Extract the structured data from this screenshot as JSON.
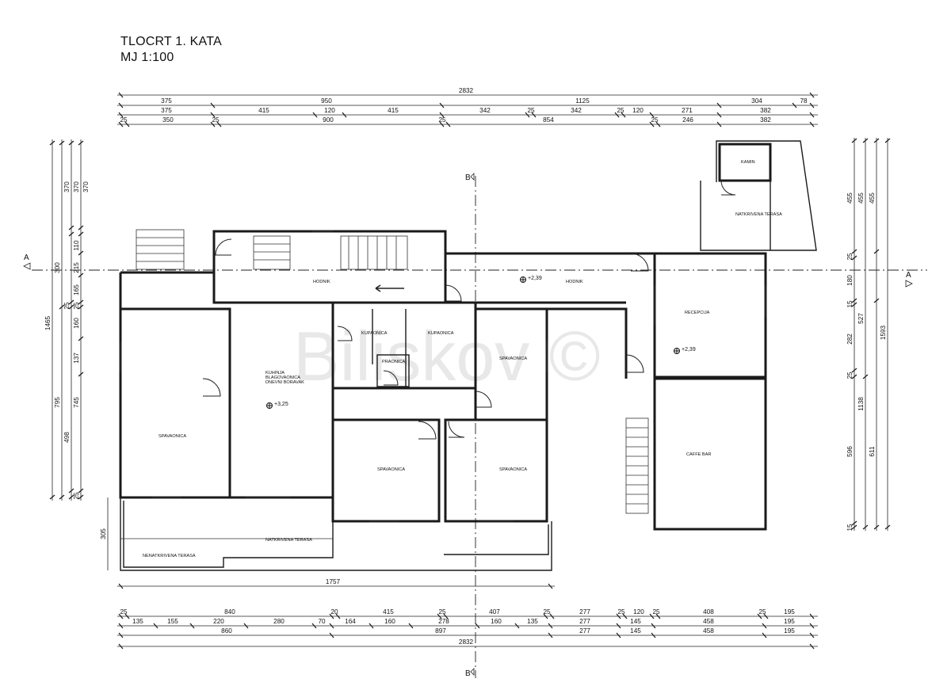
{
  "title": {
    "line1": "TLOCRT 1. KATA",
    "line2": "MJ 1:100"
  },
  "watermark": "Biliskov ©",
  "section_marks": {
    "a_left": "A",
    "a_right": "A",
    "b_top": "B",
    "b_bottom": "B"
  },
  "rooms": {
    "kamin": "KAMIN",
    "natkrivena_terasa_ne": "NATKRIVENA TERASA",
    "hodnik_west": "HODNIK",
    "hodnik_east": "HODNIK",
    "recepcija": "RECEPCIJA",
    "kupaonica_1": "KUPAONICA",
    "kupaonica_2": "KUPAONICA",
    "pracnica": "PRAONICA",
    "kuhinja_1": "KUHINJA",
    "kuhinja_2": "BLAGOVAONICA",
    "kuhinja_3": "DNEVNI BORAVAK",
    "spavaonica_ne": "SPAVAONICA",
    "spavaonica_w": "SPAVAONICA",
    "spavaonica_c": "SPAVAONICA",
    "spavaonica_e": "SPAVAONICA",
    "caffe_bar": "CAFFE BAR",
    "natkrivena_terasa_s": "NATKRIVENA TERASA",
    "nenatkrivena_terasa": "NENATKRIVENA TERASA"
  },
  "levels": {
    "hodnik": "+2,39",
    "recepcija": "+2,39",
    "boravak": "+3,25"
  },
  "dims": {
    "top_total": "2832",
    "top_r1": [
      "375",
      "950",
      "1125",
      "304",
      "78"
    ],
    "top_r2": [
      "375",
      "415",
      "120",
      "415",
      "342",
      "25",
      "342",
      "25",
      "120",
      "271",
      "382"
    ],
    "top_r3": [
      "25",
      "350",
      "25",
      "900",
      "25",
      "854",
      "25",
      "246",
      "382"
    ],
    "left_outer": [
      "1465"
    ],
    "left_mid": [
      "300",
      "795"
    ],
    "left_inner_a": [
      "370",
      "110",
      "215",
      "165",
      "25",
      "160",
      "137",
      "745",
      "25"
    ],
    "left_inner_b": [
      "370",
      "25",
      "498"
    ],
    "left_inner_c": [
      "370"
    ],
    "left_terrace": "305",
    "south_terrace": "1757",
    "right_outer": [
      "1593"
    ],
    "right_mid": [
      "455",
      "527",
      "1138"
    ],
    "right_inner_a": [
      "455",
      "25",
      "180",
      "15",
      "282",
      "25",
      "596",
      "15"
    ],
    "right_inner_b": [
      "611"
    ],
    "bottom_r1": [
      "25",
      "840",
      "20",
      "415",
      "25",
      "407",
      "25",
      "277",
      "25",
      "120",
      "25",
      "408",
      "25",
      "195"
    ],
    "bottom_r2": [
      "135",
      "155",
      "220",
      "280",
      "70",
      "164",
      "160",
      "278",
      "160",
      "135",
      "277",
      "145",
      "458",
      "195"
    ],
    "bottom_r3": [
      "860",
      "897",
      "277",
      "145",
      "458",
      "195"
    ],
    "bottom_total": "2832"
  }
}
